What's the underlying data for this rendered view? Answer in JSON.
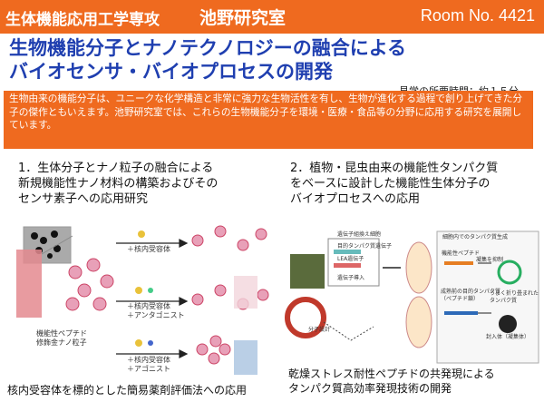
{
  "header": {
    "department": "生体機能応用工学専攻",
    "lab": "池野研究室",
    "room": "Room No. 4421"
  },
  "title": {
    "line1": "生物機能分子とナノテクノロジーの融合による",
    "line2": "バイオセンサ・バイオプロセスの開発",
    "visit_time": "見学の所要時間：約１５分"
  },
  "intro": "生物由来の機能分子は、ユニークな化学構造と非常に強力な生物活性を有し、生物が進化する過程で創り上げてきた分子の傑作ともいえます。池野研究室では、これらの生物機能分子を環境・医療・食品等の分野に応用する研究を展開しています。",
  "section1": {
    "line1": "1．生体分子とナノ粒子の融合による",
    "line2": "新規機能性ナノ材料の構築およびその",
    "line3": "センサ素子への応用研究",
    "labels": {
      "receptor": "＋核内受容体",
      "receptor_antagonist_1": "＋核内受容体",
      "antagonist": "＋アンタゴニスト",
      "receptor_agonist_1": "＋核内受容体",
      "agonist": "＋アゴニスト",
      "particle_1": "機能性ペプチド",
      "particle_2": "修飾金ナノ粒子"
    },
    "caption": "核内受容体を標的とした簡易薬剤評価法への応用"
  },
  "section2": {
    "line1": "2．植物・昆虫由来の機能性タンパク質",
    "line2": "をベースに設計した機能性生体分子の",
    "line3": "バイオプロセスへの応用",
    "labels": {
      "gene_cells": "遺伝子組換え細胞",
      "target_gene": "目的タンパク質遺伝子",
      "lea_gene": "LEA遺伝子",
      "gene_intro": "遺伝子導入",
      "molecule_design": "分子設計",
      "in_cell": "細胞内でのタンパク質生成",
      "peptide": "機能性ペプチド",
      "suppress": "凝集を抑制",
      "nascent_1": "成熟前の目的タンパク質",
      "nascent_2": "（ペプチド鎖）",
      "folded_1": "うまく折り畳まれた",
      "folded_2": "タンパク質",
      "inclusion": "封入体（凝集体）"
    },
    "caption_line1": "乾燥ストレス耐性ペプチドの共発現による",
    "caption_line2": "タンパク質高効率発現技術の開発"
  },
  "colors": {
    "accent": "#ef6a1f",
    "title": "#1f3fb0"
  }
}
